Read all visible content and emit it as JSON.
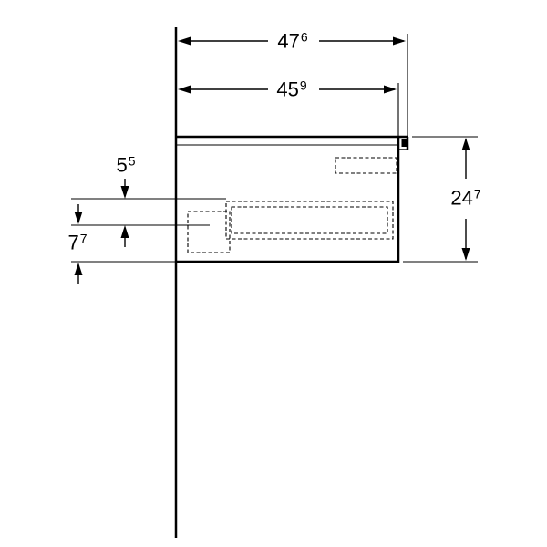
{
  "colors": {
    "ink": "#000000",
    "background": "#ffffff"
  },
  "dimensions": {
    "overall_depth": {
      "value": "47",
      "sup": "6"
    },
    "basin_depth": {
      "value": "45",
      "sup": "9"
    },
    "height": {
      "value": "24",
      "sup": "7"
    },
    "offset_top": {
      "value": "5",
      "sup": "5"
    },
    "offset_bottom": {
      "value": "7",
      "sup": "7"
    }
  }
}
